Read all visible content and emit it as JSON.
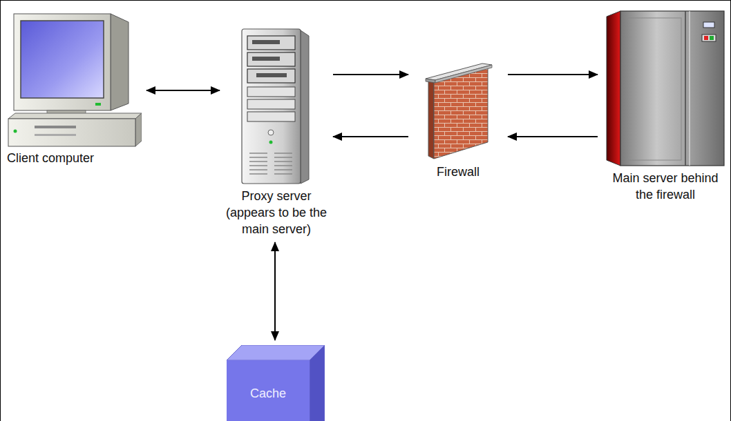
{
  "diagram": {
    "nodes": [
      {
        "text": [
          "Client computer"
        ]
      },
      {
        "text": [
          "Proxy server (appears to be the main server)"
        ]
      },
      {
        "text": [
          "Firewall"
        ]
      },
      {
        "text": [
          "Main server behind the firewall"
        ]
      },
      {
        "text": [
          "Cache"
        ]
      }
    ],
    "edges": [
      {
        "from": 0,
        "to": 1,
        "arrow": "both"
      },
      {
        "from": 1,
        "to": 2,
        "arrow": "to"
      },
      {
        "from": 2,
        "to": 1,
        "arrow": "to"
      },
      {
        "from": 2,
        "to": 3,
        "arrow": "to"
      },
      {
        "from": 3,
        "to": 2,
        "arrow": "to"
      },
      {
        "from": 1,
        "to": 4,
        "arrow": "both"
      }
    ]
  }
}
